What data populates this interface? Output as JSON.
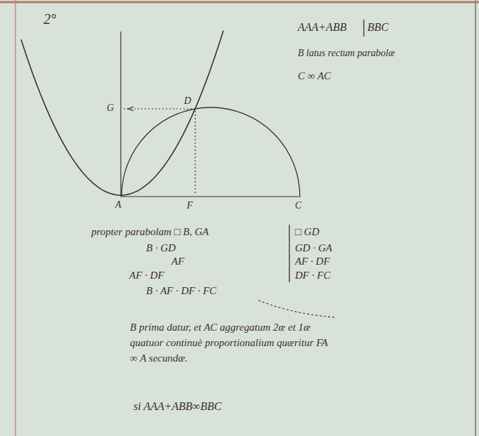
{
  "diagram": {
    "labels": [
      "AAA+ABB",
      "BBC",
      "B latus rectum parabolæ",
      "C ∞ AC",
      "2°",
      "G",
      "D",
      "A",
      "F",
      "C",
      "propter parabolam □ B, GA",
      "□ GD",
      "B · GD",
      "GD · GA",
      "AF",
      "AF · DF",
      "AF · DF",
      "DF · FC",
      "B · AF · DF · FC",
      "B prima datur, et AC aggregatum 2æ et 1æ",
      "quatuor continuè proportionalium quæritur FA",
      "∞ A secundæ.",
      "si AAA+ABB∞BBC"
    ]
  }
}
